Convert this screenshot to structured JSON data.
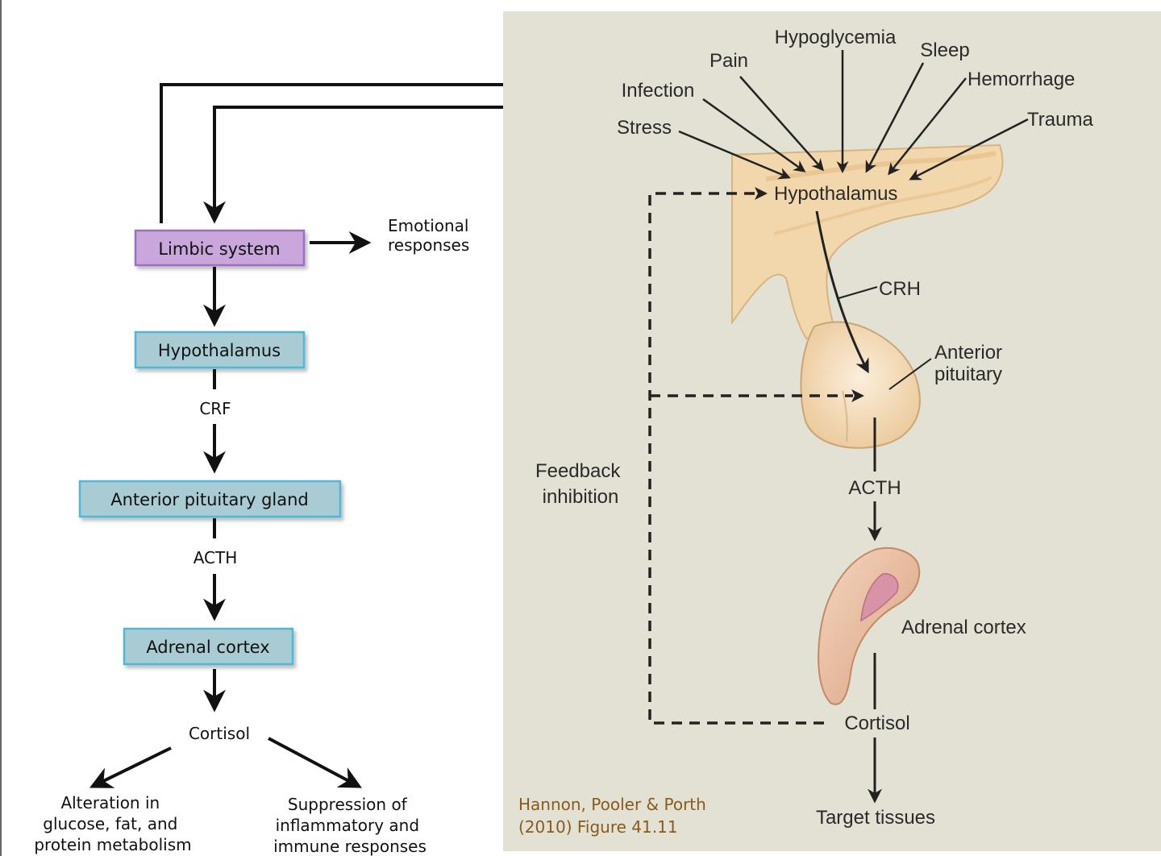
{
  "left_flow": {
    "limbic_system": "Limbic system",
    "emotional_responses": [
      "Emotional",
      "responses"
    ],
    "hypothalamus": "Hypothalamus",
    "crf": "CRF",
    "anterior_pituitary_gland": "Anterior pituitary gland",
    "acth": "ACTH",
    "adrenal_cortex": "Adrenal cortex",
    "cortisol": "Cortisol",
    "outcome_metabolism": [
      "Alteration in",
      "glucose, fat, and",
      "protein metabolism"
    ],
    "outcome_immune": [
      "Suppression of",
      "inflammatory and",
      "immune responses"
    ]
  },
  "figure": {
    "stimuli": {
      "pain": "Pain",
      "hypoglycemia": "Hypoglycemia",
      "sleep": "Sleep",
      "infection": "Infection",
      "hemorrhage": "Hemorrhage",
      "stress": "Stress",
      "trauma": "Trauma"
    },
    "hypothalamus": "Hypothalamus",
    "crh": "CRH",
    "anterior_pituitary": [
      "Anterior",
      "pituitary"
    ],
    "feedback_inhibition": [
      "Feedback",
      "inhibition"
    ],
    "acth": "ACTH",
    "adrenal_cortex": "Adrenal cortex",
    "cortisol": "Cortisol",
    "target_tissues": "Target tissues",
    "credit": [
      "Hannon, Pooler & Porth",
      "(2010) Figure 41.11"
    ]
  },
  "colors": {
    "limbic_fill": "#c9a6dc",
    "limbic_border": "#9b6fc0",
    "box_fill": "#a9cbd3",
    "box_border": "#4fb8d8",
    "panel_bg": "#e2e1d4",
    "gland_fill": "#f3d7ac",
    "gland_stroke": "#c9a577",
    "adrenal_fill": "#e8bfa3",
    "adrenal_inner": "#d993a6"
  }
}
